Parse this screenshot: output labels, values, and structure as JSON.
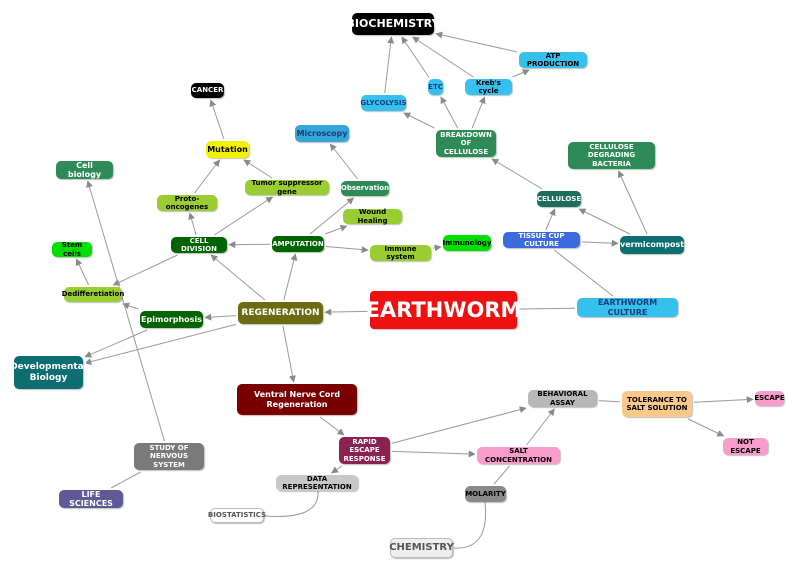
{
  "nodes": [
    {
      "id": "biochemistry",
      "label": "BIOCHEMISTRY",
      "bg": "#000000",
      "color": "#ffffff"
    },
    {
      "id": "atp",
      "label": "ATP PRODUCTION",
      "bg": "#35c0ee",
      "color": "#000000"
    },
    {
      "id": "etc",
      "label": "ETC",
      "bg": "#35c0ee",
      "color": "#1a3d7a"
    },
    {
      "id": "krebs",
      "label": "Kreb's cycle",
      "bg": "#35c0ee",
      "color": "#000000"
    },
    {
      "id": "glycolysis",
      "label": "GLYCOLYSIS",
      "bg": "#35c0ee",
      "color": "#1a3d7a"
    },
    {
      "id": "cancer",
      "label": "CANCER",
      "bg": "#000000",
      "color": "#ffffff"
    },
    {
      "id": "microscopy",
      "label": "Microscopy",
      "bg": "#35a6d8",
      "color": "#1a3d7a"
    },
    {
      "id": "breakdown",
      "label": "BREAKDOWN OF CELLULOSE",
      "bg": "#2e8b57",
      "color": "#ffffff"
    },
    {
      "id": "mutation",
      "label": "Mutation",
      "bg": "#f4f100",
      "color": "#000000"
    },
    {
      "id": "cellbio",
      "label": "Cell biology",
      "bg": "#2e8b57",
      "color": "#ffffff"
    },
    {
      "id": "cellulose_bact",
      "label": "CELLULOSE DEGRADING BACTERIA",
      "bg": "#2e8b57",
      "color": "#ffffff"
    },
    {
      "id": "tumor",
      "label": "Tumor suppressor gene",
      "bg": "#9acd32",
      "color": "#000000"
    },
    {
      "id": "observation",
      "label": "Observation",
      "bg": "#2e8b57",
      "color": "#ffffff"
    },
    {
      "id": "proto",
      "label": "Proto-oncogenes",
      "bg": "#9acd32",
      "color": "#000000"
    },
    {
      "id": "cellulose",
      "label": "CELLULOSE",
      "bg": "#1d6f5c",
      "color": "#ffffff"
    },
    {
      "id": "wound",
      "label": "Wound Healing",
      "bg": "#9acd32",
      "color": "#000000"
    },
    {
      "id": "celldiv",
      "label": "CELL DIVISION",
      "bg": "#006400",
      "color": "#ffffff"
    },
    {
      "id": "amputation",
      "label": "AMPUTATION",
      "bg": "#006400",
      "color": "#ffffff"
    },
    {
      "id": "stemcells",
      "label": "Stem cells",
      "bg": "#00e000",
      "color": "#000000"
    },
    {
      "id": "immunology",
      "label": "Immunology",
      "bg": "#00e000",
      "color": "#000000"
    },
    {
      "id": "tissuecup",
      "label": "TISSUE CUP CULTURE",
      "bg": "#3c6be0",
      "color": "#ffffff"
    },
    {
      "id": "vermicompost",
      "label": "vermicompost",
      "bg": "#0d6e72",
      "color": "#ffffff"
    },
    {
      "id": "immune",
      "label": "Immune system",
      "bg": "#9acd32",
      "color": "#000000"
    },
    {
      "id": "dediff",
      "label": "Dedifferetiation",
      "bg": "#9acd32",
      "color": "#000000"
    },
    {
      "id": "earthworm",
      "label": "EARTHWORM",
      "bg": "#ee1111",
      "color": "#ffffff"
    },
    {
      "id": "ewculture",
      "label": "EARTHWORM CULTURE",
      "bg": "#35c0ee",
      "color": "#1a3d7a"
    },
    {
      "id": "regeneration",
      "label": "REGENERATION",
      "bg": "#6b6b12",
      "color": "#ffffff"
    },
    {
      "id": "epimorphosis",
      "label": "Epimorphosis",
      "bg": "#006400",
      "color": "#ffffff"
    },
    {
      "id": "devbio",
      "label": "Developmental Biology",
      "bg": "#0d6e72",
      "color": "#ffffff"
    },
    {
      "id": "vnc",
      "label": "Ventral Nerve Cord Regeneration",
      "bg": "#7a0000",
      "color": "#ffffff"
    },
    {
      "id": "behavioral",
      "label": "BEHAVIORAL ASSAY",
      "bg": "#b8b8b8",
      "color": "#000000"
    },
    {
      "id": "tolerance",
      "label": "TOLERANCE TO SALT SOLUTION",
      "bg": "#fac98a",
      "color": "#000000"
    },
    {
      "id": "escape",
      "label": "ESCAPE",
      "bg": "#f79ccb",
      "color": "#000000"
    },
    {
      "id": "notescape",
      "label": "NOT ESCAPE",
      "bg": "#f79ccb",
      "color": "#000000"
    },
    {
      "id": "rapid",
      "label": "RAPID ESCAPE RESPONSE",
      "bg": "#8b2252",
      "color": "#ffffff"
    },
    {
      "id": "salt",
      "label": "SALT CONCENTRATION",
      "bg": "#f79ccb",
      "color": "#000000"
    },
    {
      "id": "nervous",
      "label": "STUDY OF NERVOUS SYSTEM",
      "bg": "#7a7a7a",
      "color": "#ffffff"
    },
    {
      "id": "datarep",
      "label": "DATA REPRESENTATION",
      "bg": "#c8c8c8",
      "color": "#000000"
    },
    {
      "id": "molarity",
      "label": "MOLARITY",
      "bg": "#8a8a8a",
      "color": "#000000"
    },
    {
      "id": "lifesci",
      "label": "LIFE SCIENCES",
      "bg": "#5d5a96",
      "color": "#ffffff"
    },
    {
      "id": "biostat",
      "label": "BIOSTATISTICS",
      "bg": "#ffffff",
      "color": "#555555"
    },
    {
      "id": "chemistry",
      "label": "CHEMISTRY",
      "bg": "#eeeeee",
      "color": "#555555"
    }
  ]
}
